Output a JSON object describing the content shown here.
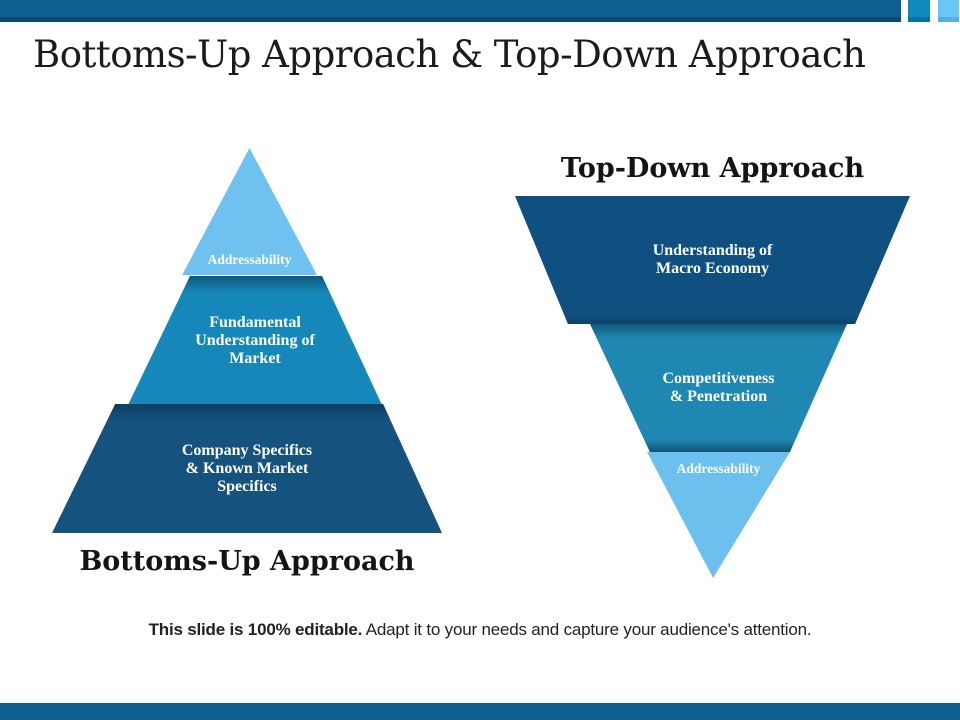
{
  "slide": {
    "title": "Bottoms-Up Approach & Top-Down Approach",
    "footer": {
      "bold": "This slide is 100% editable.",
      "regular": " Adapt it to your needs and capture your audience's attention."
    }
  },
  "palette": {
    "bar_main": "#0f6090",
    "bar_dark": "#0a4a70",
    "square_medium": "#0e8ac1",
    "square_medium_dark": "#0b71a1",
    "square_light": "#68c7f5",
    "square_light_dark": "#55b0dd",
    "bottom_bar": "#115f8e"
  },
  "bottoms_up": {
    "heading": "Bottoms-Up Approach",
    "levels": [
      {
        "lines": [
          "Addressability"
        ],
        "color": "#6fc2ef"
      },
      {
        "lines": [
          "Fundamental",
          "Understanding of",
          "Market"
        ],
        "color": "#1587b9"
      },
      {
        "lines": [
          "Company Specifics",
          "& Known Market",
          "Specifics"
        ],
        "color": "#15527e"
      }
    ]
  },
  "top_down": {
    "heading": "Top-Down Approach",
    "levels": [
      {
        "lines": [
          "Understanding of",
          "Macro Economy"
        ],
        "color": "#0f5080"
      },
      {
        "lines": [
          "Competitiveness",
          "& Penetration"
        ],
        "color": "#1e87b2"
      },
      {
        "lines": [
          "Addressability"
        ],
        "color": "#6cc0ee"
      }
    ]
  }
}
